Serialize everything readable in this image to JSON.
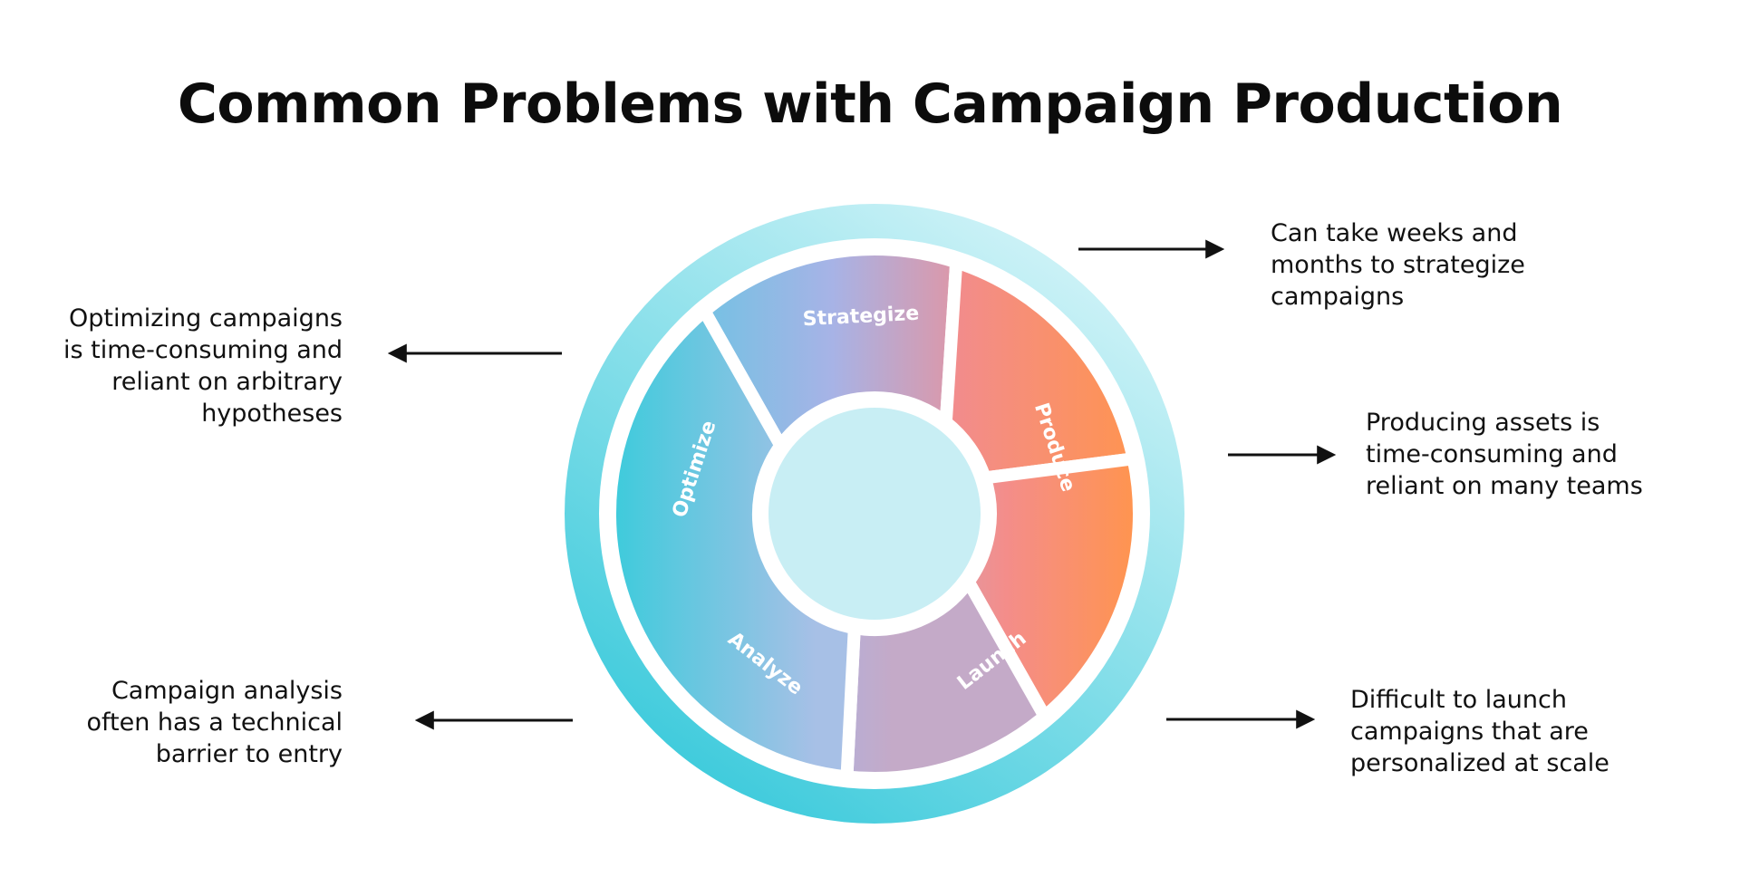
{
  "title": "Common Problems with Campaign Production",
  "cycle": {
    "segments": [
      {
        "label": "Strategize"
      },
      {
        "label": "Produce"
      },
      {
        "label": "Launch"
      },
      {
        "label": "Analyze"
      },
      {
        "label": "Optimize"
      }
    ]
  },
  "callouts": {
    "strategize": "Can take weeks and\nmonths to strategize\ncampaigns",
    "produce": "Producing assets is\ntime-consuming and\nreliant on many teams",
    "launch": "Difficult to launch\ncampaigns that are\npersonalized at scale",
    "analyze": "Campaign analysis\noften has a technical\nbarrier to entry",
    "optimize": "Optimizing campaigns\nis time-consuming and\nreliant on arbitrary\nhypotheses"
  },
  "colors": {
    "outer_ring_light": "#c9f1f6",
    "outer_ring_dark": "#3fcbdc",
    "segment_cyan": "#3fcbdc",
    "segment_lavender": "#a7b3e6",
    "segment_coral": "#f28c8c",
    "segment_orange": "#ff9450",
    "hub": "#c8eef4",
    "arrow": "#111111"
  }
}
